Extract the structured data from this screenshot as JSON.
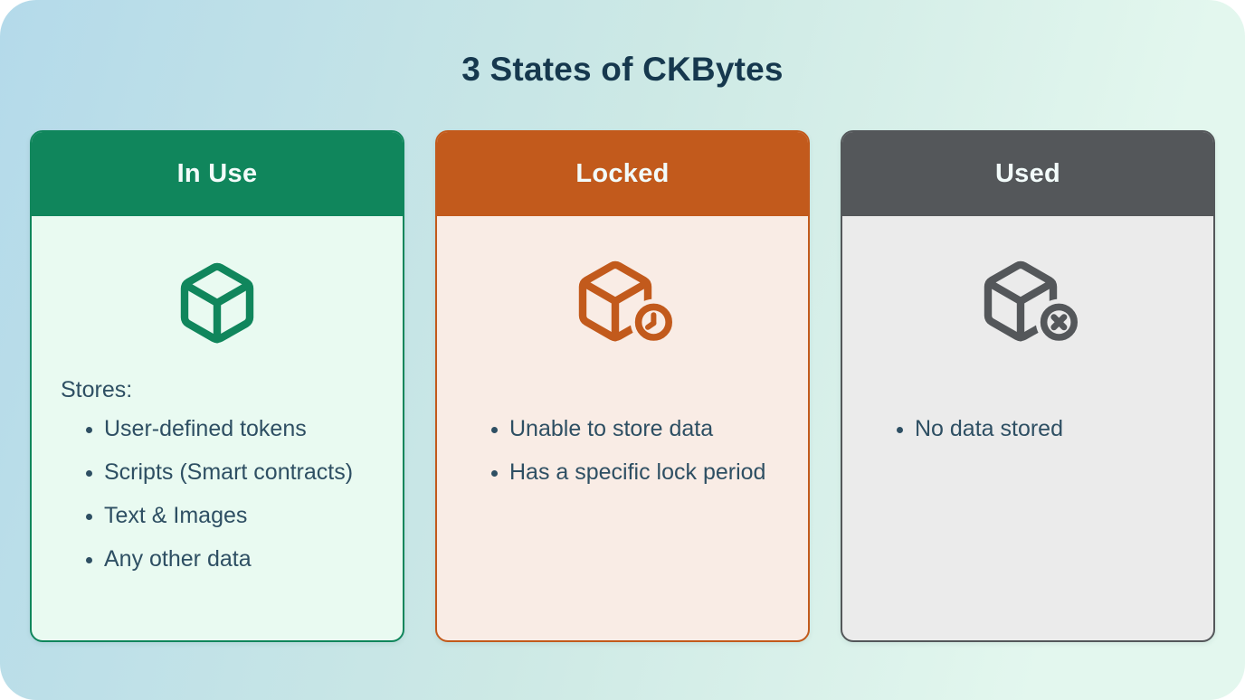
{
  "title": "3 States of CKBytes",
  "colors": {
    "background_gradient_start": "#b4daea",
    "background_gradient_end": "#e3f7ee",
    "title_text": "#16384e",
    "body_text": "#2e4f63",
    "header_text": "#f2fbfa"
  },
  "cards": [
    {
      "label": "In Use",
      "icon": "cube-icon",
      "accent": "#10865c",
      "body_bg": "#e9faf1",
      "intro": "Stores:",
      "bullets": [
        "User-defined tokens",
        "Scripts (Smart contracts)",
        "Text & Images",
        "Any other data"
      ]
    },
    {
      "label": "Locked",
      "icon": "cube-clock-icon",
      "accent": "#c25a1c",
      "body_bg": "#f9ece5",
      "intro": "",
      "bullets": [
        "Unable to store data",
        "Has a specific lock period"
      ]
    },
    {
      "label": "Used",
      "icon": "cube-x-icon",
      "accent": "#54575a",
      "body_bg": "#ebebeb",
      "intro": "",
      "bullets": [
        "No data stored"
      ]
    }
  ]
}
